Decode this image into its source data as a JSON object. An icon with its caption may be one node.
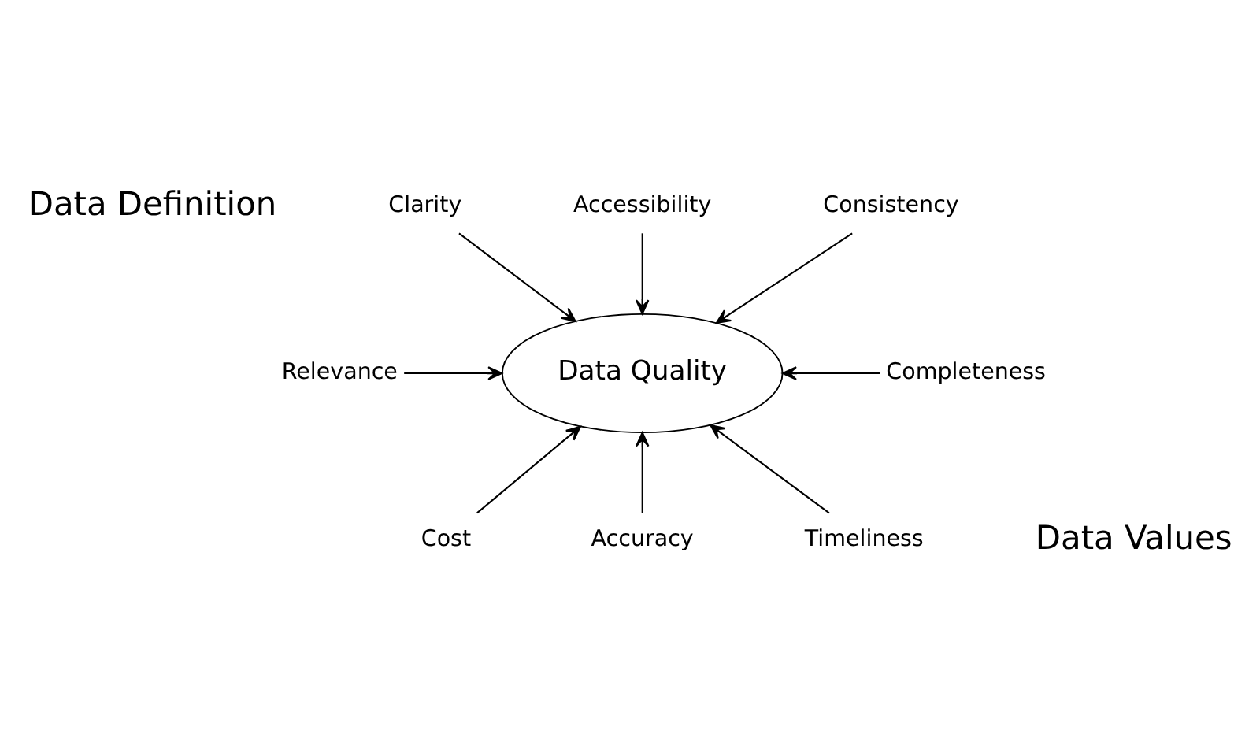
{
  "diagram": {
    "nodes": [
      {
        "text": [
          "Accessibility"
        ]
      },
      {
        "text": [
          "Clarity"
        ]
      },
      {
        "text": [
          "Consistency"
        ]
      },
      {
        "text": [
          "Relevance"
        ]
      },
      {
        "text": [
          "Data Quality"
        ]
      },
      {
        "text": [
          "Completeness"
        ]
      },
      {
        "text": [
          "Cost"
        ]
      },
      {
        "text": [
          "Timeliness"
        ]
      },
      {
        "text": [
          "Accuracy"
        ]
      }
    ],
    "edges": [
      {
        "from": 0,
        "to": 4,
        "arrow": "to"
      },
      {
        "from": 1,
        "to": 4,
        "arrow": "to"
      },
      {
        "from": 2,
        "to": 4,
        "arrow": "to"
      },
      {
        "from": 3,
        "to": 4,
        "arrow": "to"
      },
      {
        "from": 5,
        "to": 4,
        "arrow": "to"
      },
      {
        "from": 6,
        "to": 4,
        "arrow": "to"
      },
      {
        "from": 7,
        "to": 4,
        "arrow": "to"
      },
      {
        "from": 8,
        "to": 4,
        "arrow": "to"
      }
    ],
    "labels": [
      "Data Definition",
      "Data Values"
    ]
  }
}
